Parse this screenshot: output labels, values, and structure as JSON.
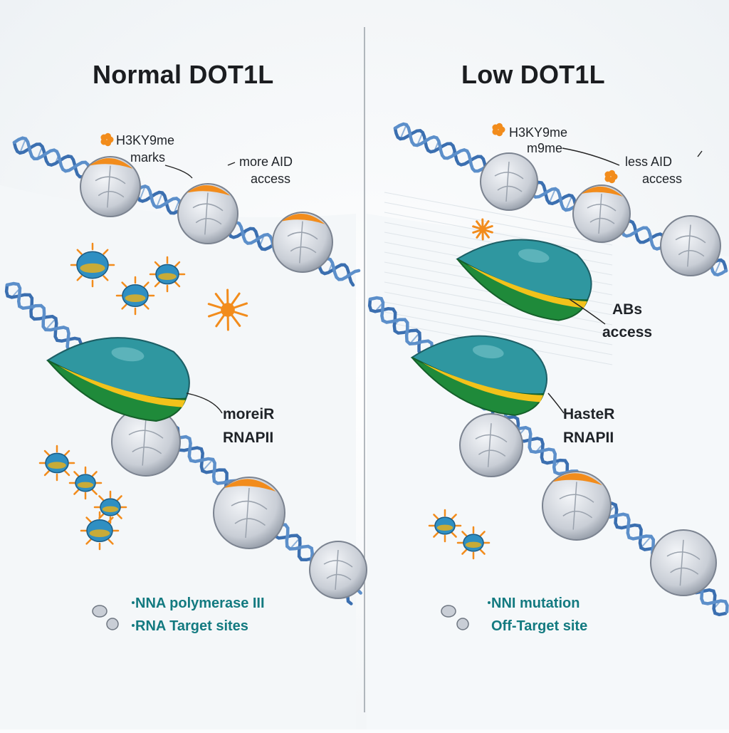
{
  "left_panel": {
    "title": "Normal DOT1L",
    "label_marks": [
      "H3KY9me",
      "marks"
    ],
    "label_access": [
      "more AID",
      "access"
    ],
    "label_rnap": [
      "moreiR",
      "RNAPII"
    ],
    "legend": [
      "NNA polymerase III",
      "RNA Target sites"
    ]
  },
  "right_panel": {
    "title": "Low DOT1L",
    "label_marks": [
      "H3KY9me",
      "m9me"
    ],
    "label_access": [
      "less AID",
      "access"
    ],
    "label_abs": [
      "ABs",
      "access"
    ],
    "label_rnap": [
      "HasteR",
      "RNAPII"
    ],
    "legend": [
      "NNI mutation",
      "Off-Target site"
    ]
  },
  "colors": {
    "dna": "#3b6fb0",
    "nucleosome": "#c9ced6",
    "mark": "#f28c1c",
    "polymerase_top": "#2f97a0",
    "polymerase_bottom": "#1f8a3a",
    "polymerase_band": "#f2c21b",
    "legend_text": "#137a80"
  }
}
